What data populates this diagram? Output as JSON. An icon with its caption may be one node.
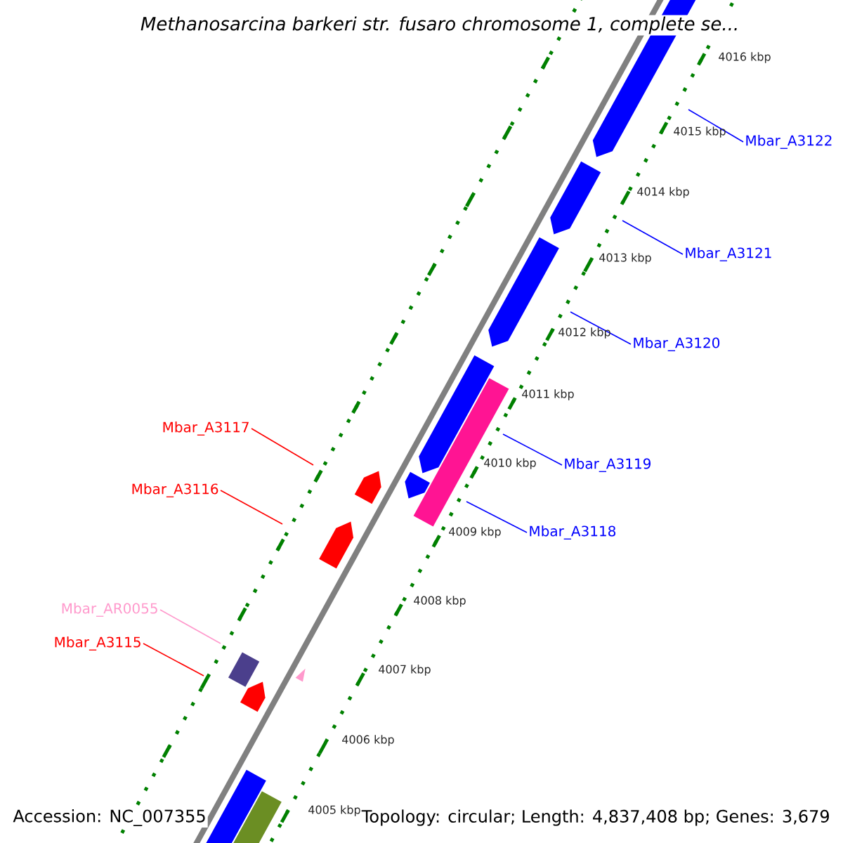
{
  "diagram": {
    "title": "*Methanosarcina barkeri str. fusaro chromosome 1, complete se...*",
    "nodes": [
      {
        "text": [
          "Mbar_A3122"
        ]
      },
      {
        "text": [
          "Mbar_A3121"
        ]
      },
      {
        "text": [
          "Mbar_A3120"
        ]
      },
      {
        "text": [
          "Mbar_A3117"
        ]
      },
      {
        "text": [
          "Mbar_A3119"
        ]
      },
      {
        "text": [
          "Mbar_A3116"
        ]
      },
      {
        "text": [
          "Mbar_A3118"
        ]
      },
      {
        "text": [
          "Mbar_AR0055"
        ]
      },
      {
        "text": [
          "Mbar_A3115"
        ]
      }
    ],
    "edges": [
      {
        "from": 0,
        "to": null,
        "arrow": "none",
        "color": "#0000ff"
      },
      {
        "from": 1,
        "to": null,
        "arrow": "none",
        "color": "#0000ff"
      },
      {
        "from": 2,
        "to": null,
        "arrow": "none",
        "color": "#0000ff"
      },
      {
        "from": 3,
        "to": null,
        "arrow": "none",
        "color": "#ff0000"
      },
      {
        "from": 4,
        "to": null,
        "arrow": "none",
        "color": "#0000ff"
      },
      {
        "from": 5,
        "to": null,
        "arrow": "none",
        "color": "#ff0000"
      },
      {
        "from": 6,
        "to": null,
        "arrow": "none",
        "color": "#0000ff"
      },
      {
        "from": 7,
        "to": null,
        "arrow": "none",
        "color": "#ff99cc"
      },
      {
        "from": 8,
        "to": null,
        "arrow": "none",
        "color": "#ff0000"
      }
    ],
    "labels": [
      "4016 kbp",
      "4015 kbp",
      "4014 kbp",
      "4013 kbp",
      "4012 kbp",
      "4011 kbp",
      "4010 kbp",
      "4009 kbp",
      "4008 kbp",
      "4007 kbp",
      "4006 kbp",
      "4005 kbp",
      "Accession: NC_007355",
      "Topology: circular; Length: 4,837,408 bp; Genes: 3,679"
    ]
  }
}
